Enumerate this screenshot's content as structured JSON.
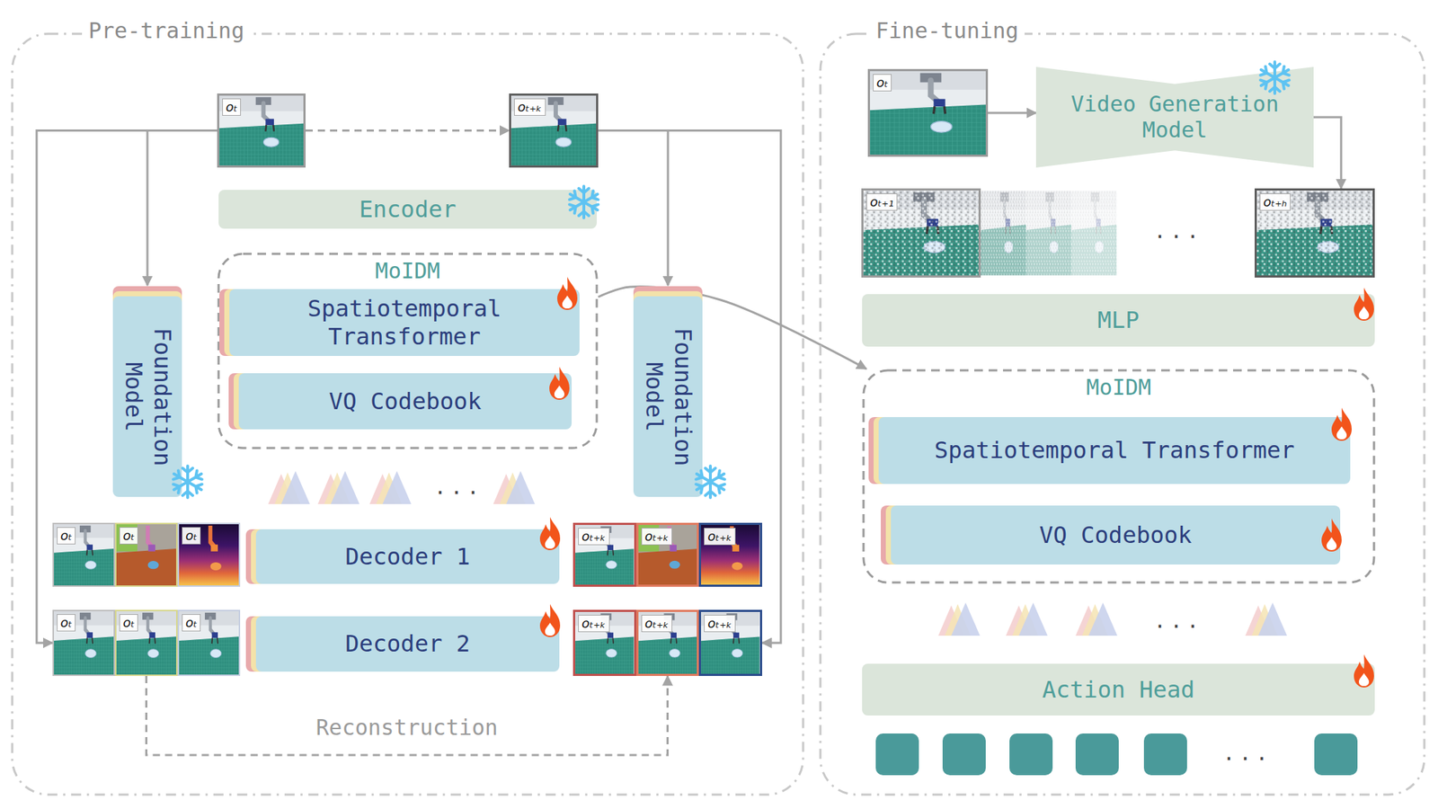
{
  "diagram": {
    "nodes": [
      {
        "text": [
          "Pre-training"
        ]
      },
      {
        "text": [
          "oₜ"
        ],
        "in": 0
      },
      {
        "text": [
          "oₜ₊ₖ"
        ],
        "in": 0
      },
      {
        "text": [
          "Encoder"
        ],
        "in": 0
      },
      {
        "text": [
          "MoIDM"
        ],
        "in": 0
      },
      {
        "text": [
          "Spatiotemporal Transformer"
        ],
        "in": 4
      },
      {
        "text": [
          "VQ Codebook"
        ],
        "in": 4
      },
      {
        "text": [
          "Foundation Model"
        ],
        "in": 0
      },
      {
        "text": [
          "Foundation Model"
        ],
        "in": 0
      },
      {
        "text": [
          "oₜ",
          "oₜ",
          "oₜ"
        ],
        "in": 0
      },
      {
        "text": [
          "Decoder 1"
        ],
        "in": 0
      },
      {
        "text": [
          "oₜ₊ₖ",
          "oₜ₊ₖ",
          "oₜ₊ₖ"
        ],
        "in": 0
      },
      {
        "text": [
          "oₜ",
          "oₜ",
          "oₜ"
        ],
        "in": 0
      },
      {
        "text": [
          "Decoder 2"
        ],
        "in": 0
      },
      {
        "text": [
          "oₜ₊ₖ",
          "oₜ₊ₖ",
          "oₜ₊ₖ"
        ],
        "in": 0
      },
      {
        "text": [
          "Fine-tuning"
        ]
      },
      {
        "text": [
          "oₜ"
        ],
        "in": 15
      },
      {
        "text": [
          "Video Generation Model"
        ],
        "in": 15
      },
      {
        "text": [
          "oₜ₊₁"
        ],
        "in": 15
      },
      {
        "text": [
          "oₜ₊ₕ"
        ],
        "in": 15
      },
      {
        "text": [
          "MLP"
        ],
        "in": 15
      },
      {
        "text": [
          "MoIDM"
        ],
        "in": 15
      },
      {
        "text": [
          "Spatiotemporal Transformer"
        ],
        "in": 21
      },
      {
        "text": [
          "VQ Codebook"
        ],
        "in": 21
      },
      {
        "text": [
          "Action Head"
        ],
        "in": 15
      }
    ],
    "edges": [
      {
        "from": 1,
        "to": 2,
        "arrow": "to"
      },
      {
        "from": 1,
        "to": 7,
        "arrow": "to"
      },
      {
        "from": 1,
        "to": 12,
        "arrow": "to"
      },
      {
        "from": 2,
        "to": 8,
        "arrow": "to"
      },
      {
        "from": 2,
        "to": 14,
        "arrow": "to"
      },
      {
        "from": 12,
        "to": 14,
        "label": "Reconstruction",
        "arrow": "to"
      },
      {
        "from": 4,
        "to": 21,
        "arrow": "to"
      },
      {
        "from": 16,
        "to": 17,
        "arrow": "to"
      },
      {
        "from": 17,
        "to": 19,
        "arrow": "to"
      }
    ],
    "labels": [
      "...",
      "...",
      "...",
      "..."
    ]
  }
}
